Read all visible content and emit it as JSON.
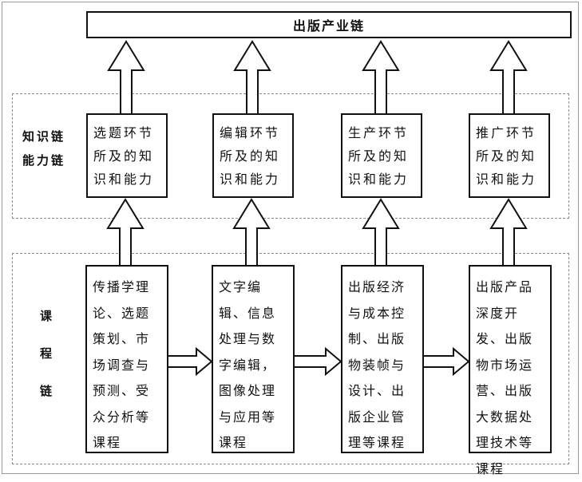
{
  "top_bar": "出版产业链",
  "knowledge_chain_label": [
    "知识链",
    "能力链"
  ],
  "course_chain_label": [
    "课",
    "程",
    "链"
  ],
  "knowledge_boxes": [
    "选题环节所及的知识和能力",
    "编辑环节所及的知识和能力",
    "生产环节所及的知识和能力",
    "推广环节所及的知识和能力"
  ],
  "course_boxes": [
    "传播学理论、选题策划、市场调查与预测、受众分析等课程",
    "文字编辑、信息处理与数字编辑，图像处理与应用等课程",
    "出版经济与成本控制、出版物装帧与设计、出版企业管理等课程",
    "出版产品深度开发、出版物市场运营、出版大数据处理技术等课程"
  ]
}
